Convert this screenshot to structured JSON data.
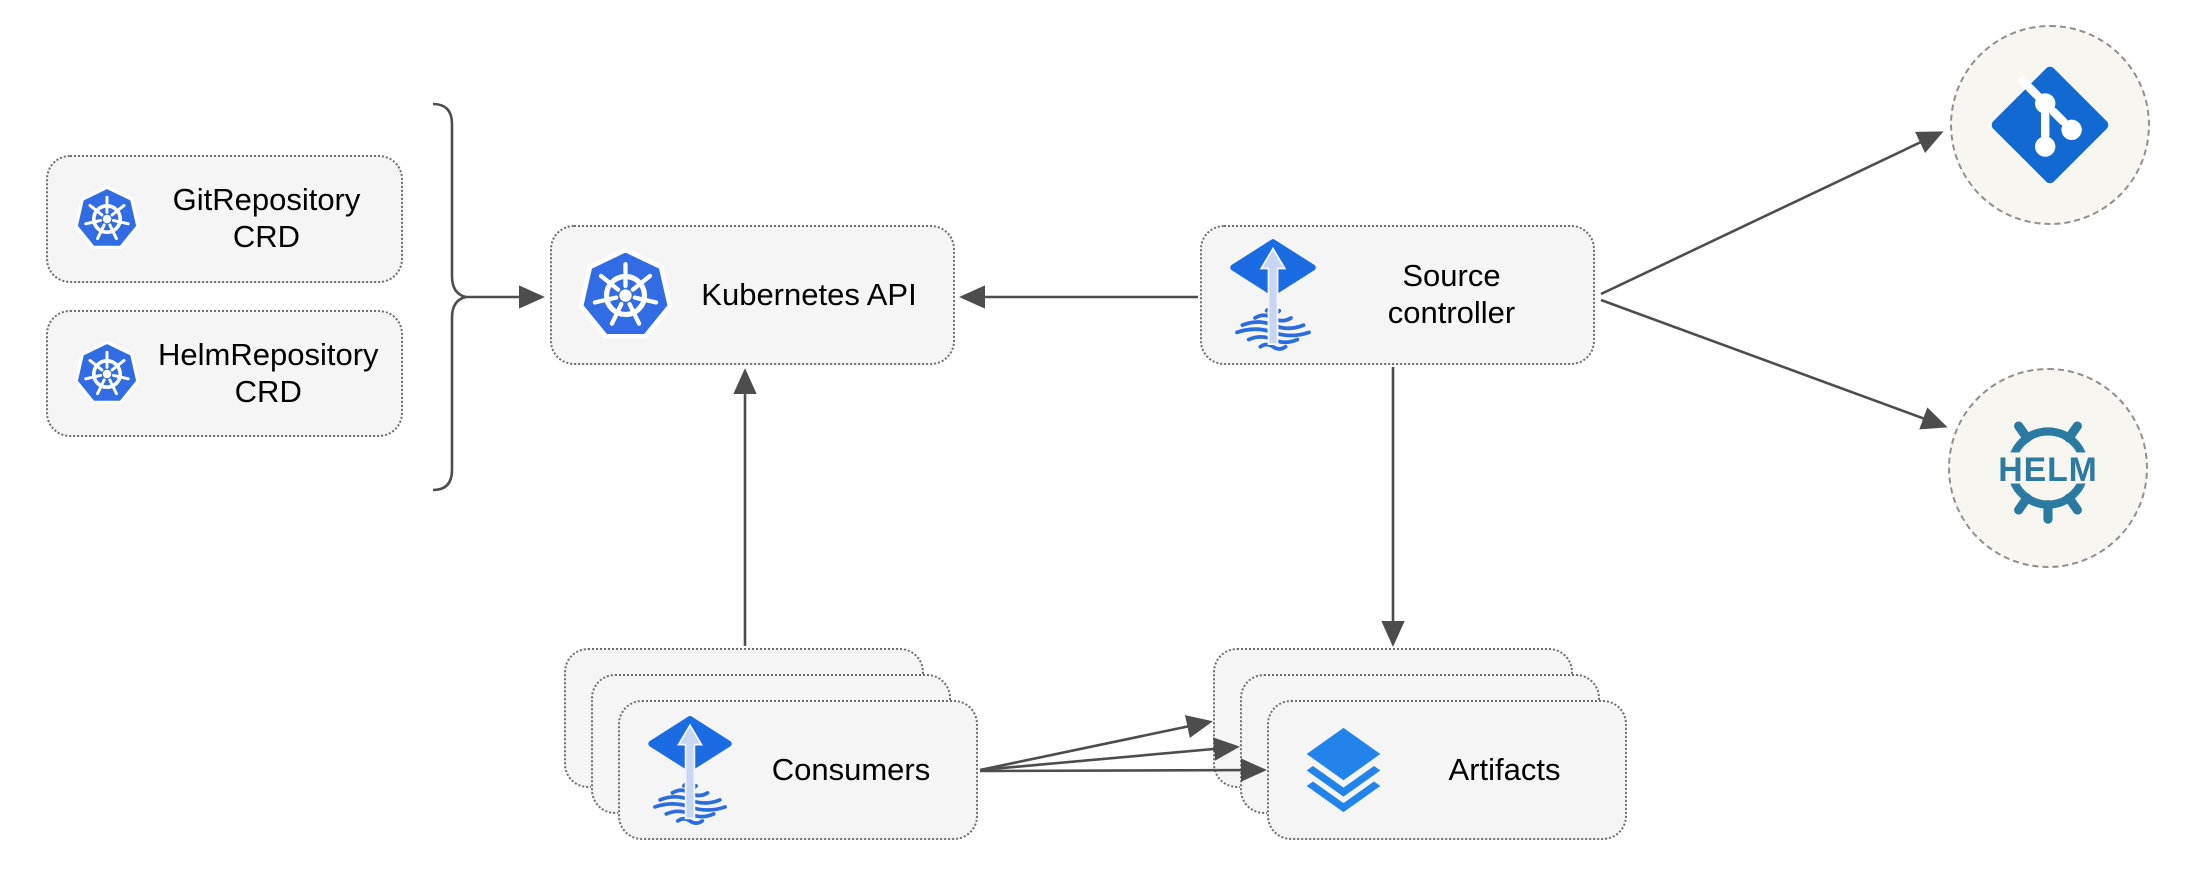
{
  "colors": {
    "background": "#ffffff",
    "node_fill": "#f5f5f5",
    "node_border": "#6f6f6f",
    "circle_fill": "#f8f6f1",
    "circle_border": "#8f8f8f",
    "connector": "#4d4d4d",
    "text": "#000000",
    "kubernetes_blue": "#326ce5",
    "flux_blue": "#1b6ce2",
    "flux_arrow_light": "#c7d6f2",
    "git_blue": "#1269d2",
    "helm_teal": "#2a7aa1",
    "layers_blue": "#2283ea"
  },
  "nodes": {
    "git_repo_crd": {
      "line1": "GitRepository",
      "line2": "CRD",
      "icon": "kubernetes-icon"
    },
    "helm_repo_crd": {
      "line1": "HelmRepository",
      "line2": "CRD",
      "icon": "kubernetes-icon"
    },
    "kubernetes_api": {
      "label": "Kubernetes API",
      "icon": "kubernetes-icon"
    },
    "source_controller": {
      "line1": "Source",
      "line2": "controller",
      "icon": "flux-icon"
    },
    "consumers": {
      "label": "Consumers",
      "icon": "flux-icon",
      "stacked": true
    },
    "artifacts": {
      "label": "Artifacts",
      "icon": "layers-icon",
      "stacked": true
    },
    "git_repository": {
      "icon": "git-icon"
    },
    "helm_repository": {
      "icon": "helm-icon",
      "logo_text": "HELM"
    }
  },
  "edges": [
    {
      "from": "crd-bracket",
      "to": "kubernetes-api",
      "arrow": true
    },
    {
      "from": "source-controller",
      "to": "kubernetes-api",
      "arrow": true
    },
    {
      "from": "consumers",
      "to": "kubernetes-api",
      "arrow": true
    },
    {
      "from": "source-controller",
      "to": "artifacts",
      "arrow": true
    },
    {
      "from": "source-controller",
      "to": "git-repository",
      "arrow": true
    },
    {
      "from": "source-controller",
      "to": "helm-repository",
      "arrow": true
    },
    {
      "from": "consumers",
      "to": "artifacts-back",
      "arrow": true
    },
    {
      "from": "consumers",
      "to": "artifacts-middle",
      "arrow": true
    },
    {
      "from": "consumers",
      "to": "artifacts-front",
      "arrow": true
    }
  ]
}
